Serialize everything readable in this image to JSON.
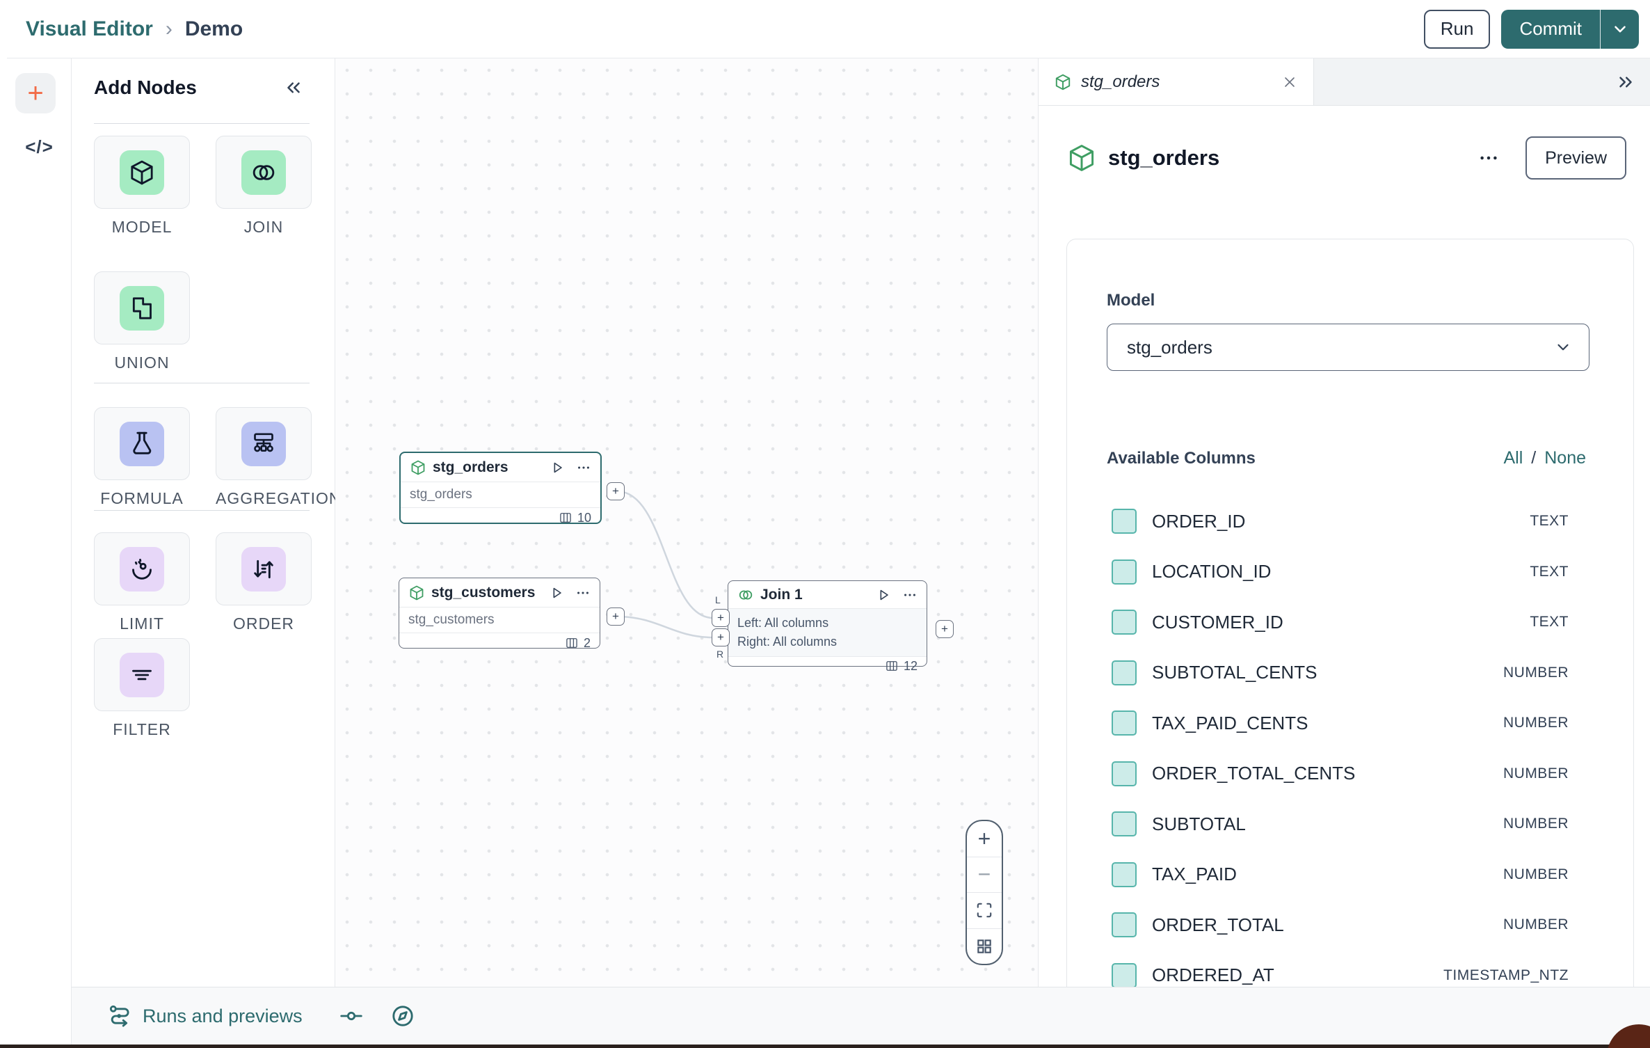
{
  "topbar": {
    "breadcrumb": {
      "root": "Visual Editor",
      "separator": "›",
      "current": "Demo"
    },
    "run_label": "Run",
    "commit_label": "Commit"
  },
  "rail": {
    "add_label": "+",
    "code_label": "</>"
  },
  "add_nodes": {
    "title": "Add Nodes",
    "items": [
      {
        "label": "MODEL"
      },
      {
        "label": "JOIN"
      },
      {
        "label": "UNION"
      },
      {
        "label": "FORMULA"
      },
      {
        "label": "AGGREGATION"
      },
      {
        "label": "LIMIT"
      },
      {
        "label": "ORDER"
      },
      {
        "label": "FILTER"
      }
    ]
  },
  "canvas": {
    "nodes": {
      "stg_orders": {
        "title": "stg_orders",
        "subtitle": "stg_orders",
        "column_count": "10"
      },
      "stg_customers": {
        "title": "stg_customers",
        "subtitle": "stg_customers",
        "column_count": "2"
      },
      "join": {
        "title": "Join 1",
        "left_line": "Left: All columns",
        "right_line": "Right: All columns",
        "column_count": "12"
      }
    },
    "handles": {
      "plus": "+",
      "left": "L",
      "right": "R"
    },
    "zoom": {
      "in": "+",
      "out": "−"
    }
  },
  "inspector": {
    "tab": {
      "title": "stg_orders"
    },
    "header": {
      "title": "stg_orders",
      "preview_label": "Preview"
    },
    "model": {
      "label": "Model",
      "value": "stg_orders"
    },
    "columns_section": {
      "title": "Available Columns",
      "select_all": "All",
      "divider": "/",
      "select_none": "None"
    },
    "columns": [
      {
        "name": "ORDER_ID",
        "type": "TEXT"
      },
      {
        "name": "LOCATION_ID",
        "type": "TEXT"
      },
      {
        "name": "CUSTOMER_ID",
        "type": "TEXT"
      },
      {
        "name": "SUBTOTAL_CENTS",
        "type": "NUMBER"
      },
      {
        "name": "TAX_PAID_CENTS",
        "type": "NUMBER"
      },
      {
        "name": "ORDER_TOTAL_CENTS",
        "type": "NUMBER"
      },
      {
        "name": "SUBTOTAL",
        "type": "NUMBER"
      },
      {
        "name": "TAX_PAID",
        "type": "NUMBER"
      },
      {
        "name": "ORDER_TOTAL",
        "type": "NUMBER"
      },
      {
        "name": "ORDERED_AT",
        "type": "TIMESTAMP_NTZ"
      }
    ]
  },
  "bottom_bar": {
    "runs_label": "Runs and previews"
  },
  "colors": {
    "accent_teal": "#2d6b6e",
    "tile_green": "#a5ebc2",
    "tile_periwinkle": "#b9c2f2",
    "tile_purple": "#e7d7f8",
    "checkbox_fill": "#cdece9",
    "checkbox_border": "#57b5ab",
    "node_icon_green": "#3f9e63",
    "rail_plus_orange": "#f26b46",
    "dark_strip": "#1b2533"
  }
}
